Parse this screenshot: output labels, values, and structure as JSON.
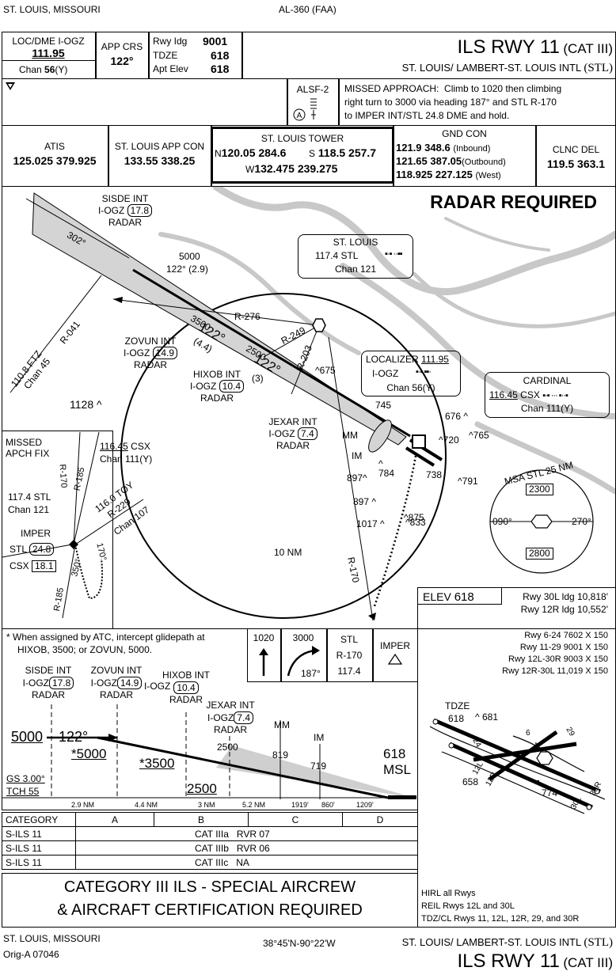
{
  "top": {
    "city": "ST. LOUIS, MISSOURI",
    "chart_id": "AL-360 (FAA)"
  },
  "header": {
    "loc_label": "LOC/DME I-OGZ",
    "loc_freq": "111.95",
    "loc_chan_label": "Chan",
    "loc_chan": "56",
    "loc_chan_suffix": "(Y)",
    "app_crs_label": "APP CRS",
    "app_crs": "122°",
    "rwy_ldg_label": "Rwy Idg",
    "rwy_ldg": "9001",
    "tdze_label": "TDZE",
    "tdze": "618",
    "apt_elev_label": "Apt Elev",
    "apt_elev": "618",
    "title": "ILS RWY 11",
    "title_cat": "(CAT III)",
    "airport_name": "ST. LOUIS/ LAMBERT-ST. LOUIS INTL",
    "airport_id": "(STL)"
  },
  "notes": {
    "alsf": "ALSF-2",
    "missed_label": "MISSED APPROACH:",
    "missed_lines": [
      "Climb to 1020 then climbing",
      "right turn to 3000 via heading 187° and STL R-170",
      "to IMPER INT/STL 24.8 DME and hold."
    ]
  },
  "comms": {
    "atis_label": "ATIS",
    "atis": "125.025 379.925",
    "app_label": "ST. LOUIS APP CON",
    "app": "133.55 338.25",
    "twr_label": "ST. LOUIS TOWER",
    "twr_n_label": "N",
    "twr_n": "120.05 284.6",
    "twr_s_label": "S",
    "twr_s": "118.5 257.7",
    "twr_w_label": "W",
    "twr_w": "132.475 239.275",
    "gnd_label": "GND CON",
    "gnd_1": "121.9 348.6",
    "gnd_1_note": "(Inbound)",
    "gnd_2": "121.65 387.05",
    "gnd_2_note": "(Outbound)",
    "gnd_3": "118.925 227.125",
    "gnd_3_note": "(West)",
    "clnc_label": "CLNC DEL",
    "clnc": "119.5 363.1"
  },
  "plan": {
    "radar_required": "RADAR REQUIRED",
    "sisde": [
      "SISDE INT",
      "I-OGZ",
      "17.8",
      "RADAR"
    ],
    "zovun": [
      "ZOVUN INT",
      "I-OGZ",
      "14.9",
      "RADAR"
    ],
    "hixob": [
      "HIXOB INT",
      "I-OGZ",
      "10.4",
      "RADAR"
    ],
    "jexar": [
      "JEXAR INT",
      "I-OGZ",
      "7.4",
      "RADAR"
    ],
    "alt_5000": "5000",
    "crs_5000": "122° (2.9)",
    "crs_302": "302°",
    "alt_3500": "3500",
    "crs_122a": "122°",
    "dist_4_4": "(4.4)",
    "alt_2500": "2500",
    "crs_122b": "122°",
    "dist_3": "(3)",
    "r276": "R-276",
    "r249": "R-249",
    "r203": "R-203",
    "r041": "R-041",
    "ftz": "110.8 FTZ",
    "ftz_chan": "Chan 45",
    "stl_name": "ST. LOUIS",
    "stl_freq": "117.4 STL",
    "stl_chan": "Chan 121",
    "loc_name": "LOCALIZER",
    "loc_freq": "111.95",
    "loc_id": "I-OGZ",
    "loc_chan": "Chan 56(Y)",
    "cardinal_name": "CARDINAL",
    "cardinal_freq": "116.45",
    "cardinal_id": "CSX",
    "cardinal_chan": "Chan 111(Y)",
    "mm": "MM",
    "im": "IM",
    "elevations": [
      "1128",
      "675",
      "745",
      "676",
      "720",
      "765",
      "738",
      "784",
      "897",
      "897",
      "875",
      "791",
      "1017",
      "833"
    ],
    "nm10": "10 NM",
    "r170": "R-170",
    "missed_fix_1": "MISSED",
    "missed_fix_2": "APCH FIX",
    "csx_freq": "116.45",
    "csx_id": "CSX",
    "csx_chan": "Chan 111(Y)",
    "stl_ins": "117.4 STL",
    "stl_ins_chan": "Chan 121",
    "imper": "IMPER",
    "imper_stl": "STL",
    "imper_stl_d": "24.8",
    "imper_csx": "CSX",
    "imper_csx_d": "18.1",
    "toy": "116.0 TOY",
    "toy_r": "R-229",
    "toy_chan": "Chan 107",
    "r170_ins": "R-170",
    "r185_ins": "R-185",
    "r185_b": "R-185",
    "hdg_350": "350°",
    "hdg_170": "170°",
    "msa_label": "MSA STL 25 NM",
    "msa_top": "2300",
    "msa_bottom": "2800",
    "msa_090": "090°",
    "msa_270": "270°"
  },
  "profile": {
    "note_1": "* When assigned by ATC, intercept glidepath at",
    "note_2": "HIXOB, 3500; or ZOVUN, 5000.",
    "ma_1020": "1020",
    "ma_3000": "3000",
    "ma_187": "187°",
    "ma_stl": "STL",
    "ma_r170": "R-170",
    "ma_1174": "117.4",
    "ma_imper": "IMPER",
    "sisde": [
      "SISDE INT",
      "I-OGZ",
      "17.8",
      "RADAR"
    ],
    "zovun": [
      "ZOVUN INT",
      "I-OGZ",
      "14.9",
      "RADAR"
    ],
    "hixob": [
      "HIXOB INT",
      "I-OGZ",
      "10.4",
      "RADAR"
    ],
    "jexar": [
      "JEXAR INT",
      "I-OGZ",
      "7.4",
      "RADAR"
    ],
    "alt_5000": "5000",
    "crs": "122°",
    "alt_5000b": "*5000",
    "alt_3500": "*3500",
    "alt_2500": "2500",
    "alt_2500b": "2500",
    "mm": "MM",
    "mm_alt": "819",
    "im": "IM",
    "im_alt": "719",
    "msl_alt": "618",
    "msl": "MSL",
    "gs": "GS 3.00°",
    "tch": "TCH 55",
    "dists": [
      "2.9 NM",
      "4.4 NM",
      "3 NM",
      "5.2 NM",
      "1919'",
      "860'",
      "1209'"
    ]
  },
  "minima": {
    "headers": [
      "CATEGORY",
      "A",
      "B",
      "C",
      "D"
    ],
    "rows": [
      {
        "name": "S-ILS 11",
        "cat": "CAT IIIa",
        "rvr": "RVR 07"
      },
      {
        "name": "S-ILS 11",
        "cat": "CAT IIIb",
        "rvr": "RVR 06"
      },
      {
        "name": "S-ILS 11",
        "cat": "CAT IIIc",
        "rvr": "NA"
      }
    ],
    "cert_1": "CATEGORY III ILS - SPECIAL AIRCREW",
    "cert_2": "& AIRCRAFT CERTIFICATION REQUIRED"
  },
  "airport": {
    "elev_label": "ELEV",
    "elev": "618",
    "ldg_1": "Rwy 30L ldg 10,818'",
    "ldg_2": "Rwy 12R ldg 10,552'",
    "rwys": [
      "Rwy 6-24 7602 X 150",
      "Rwy 11-29 9001 X 150",
      "Rwy 12L-30R 9003 X 150",
      "Rwy 12R-30L 11,019 X 150"
    ],
    "tdze_label": "TDZE",
    "tdze": "618",
    "e681": "681",
    "e658": "658",
    "e774": "774",
    "rwy_labels": [
      "24",
      "29",
      "12L",
      "12R",
      "11",
      "6",
      "30L",
      "30R"
    ],
    "lights": [
      "HIRL all Rwys",
      "REIL Rwys 12L and 30L",
      "TDZ/CL Rwys 11, 12L, 12R, 29, and 30R"
    ]
  },
  "bottom": {
    "city": "ST. LOUIS, MISSOURI",
    "orig": "Orig-A 07046",
    "coords": "38°45'N-90°22'W",
    "airport_name": "ST. LOUIS/ LAMBERT-ST. LOUIS INTL",
    "airport_id": "(STL)",
    "title": "ILS RWY 11",
    "title_cat": "(CAT III)"
  }
}
